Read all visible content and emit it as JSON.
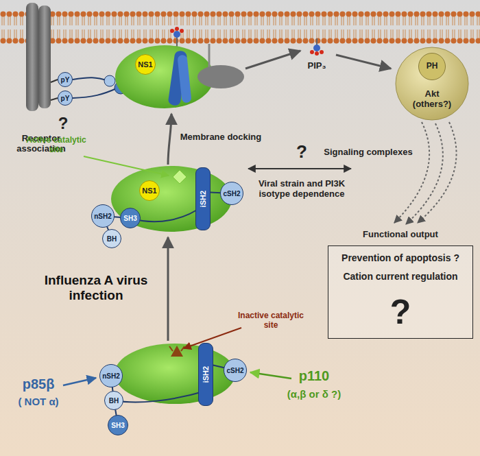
{
  "diagram": {
    "nodes": [
      {
        "text": [
          "pY"
        ]
      },
      {
        "text": [
          "pY"
        ]
      },
      {
        "text": [
          "NS1"
        ]
      },
      {
        "text": [
          "Akt (others?)"
        ]
      },
      {
        "text": [
          "PH"
        ],
        "in": 3
      },
      {
        "text": [
          "NS1"
        ]
      },
      {
        "text": [
          "nSH2"
        ]
      },
      {
        "text": [
          "SH3"
        ]
      },
      {
        "text": [
          "BH"
        ]
      },
      {
        "text": [
          "iSH2"
        ]
      },
      {
        "text": [
          "cSH2"
        ]
      },
      {
        "text": [
          "Prevention of apoptosis ?",
          "Cation current regulation",
          "?"
        ]
      },
      {
        "text": [
          "nSH2"
        ]
      },
      {
        "text": [
          "BH"
        ]
      },
      {
        "text": [
          "SH3"
        ]
      },
      {
        "text": [
          "iSH2"
        ]
      },
      {
        "text": [
          "cSH2"
        ]
      }
    ],
    "labels": [
      "?",
      "Receptor association",
      "PIP₃",
      "Active catalytic site",
      "Membrane docking",
      "?",
      "Viral strain and PI3K isotype dependence",
      "Signaling complexes",
      "Functional output",
      "Influenza A virus infection",
      "Inactive catalytic site",
      "p85β",
      "( NOT α)",
      "p110",
      "(α,β or δ ?)"
    ]
  }
}
